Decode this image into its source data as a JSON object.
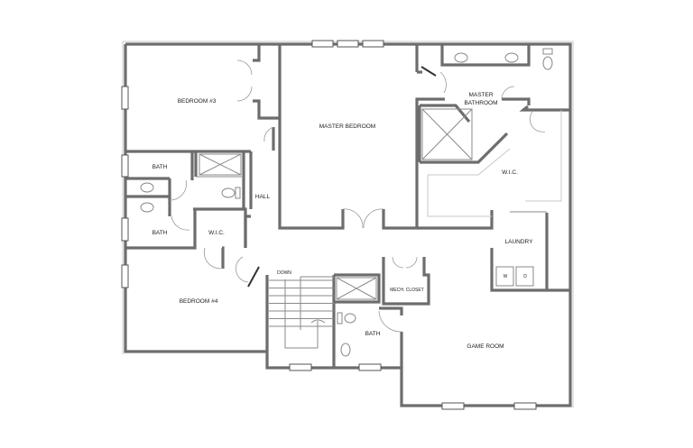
{
  "rooms": {
    "bedroom3": "BEDROOM #3",
    "master_bedroom": "MASTER BEDROOM",
    "master_bathroom_line1": "MASTER",
    "master_bathroom_line2": "BATHROOM",
    "bath_upper": "BATH",
    "hall": "HALL",
    "wic_master": "W.I.C.",
    "bath_lower_left": "BATH",
    "wic_left": "W.I.C.",
    "laundry": "LAUNDRY",
    "stairs_down": "DOWN",
    "mech_closet": "MECH. CLOSET",
    "bedroom4": "BEDROOM #4",
    "bath_center": "BATH",
    "game_room": "GAME ROOM"
  },
  "appliances": {
    "washer": "W",
    "dryer": "D"
  },
  "colors": {
    "wall": "#6d6d6d",
    "background": "#ffffff"
  }
}
